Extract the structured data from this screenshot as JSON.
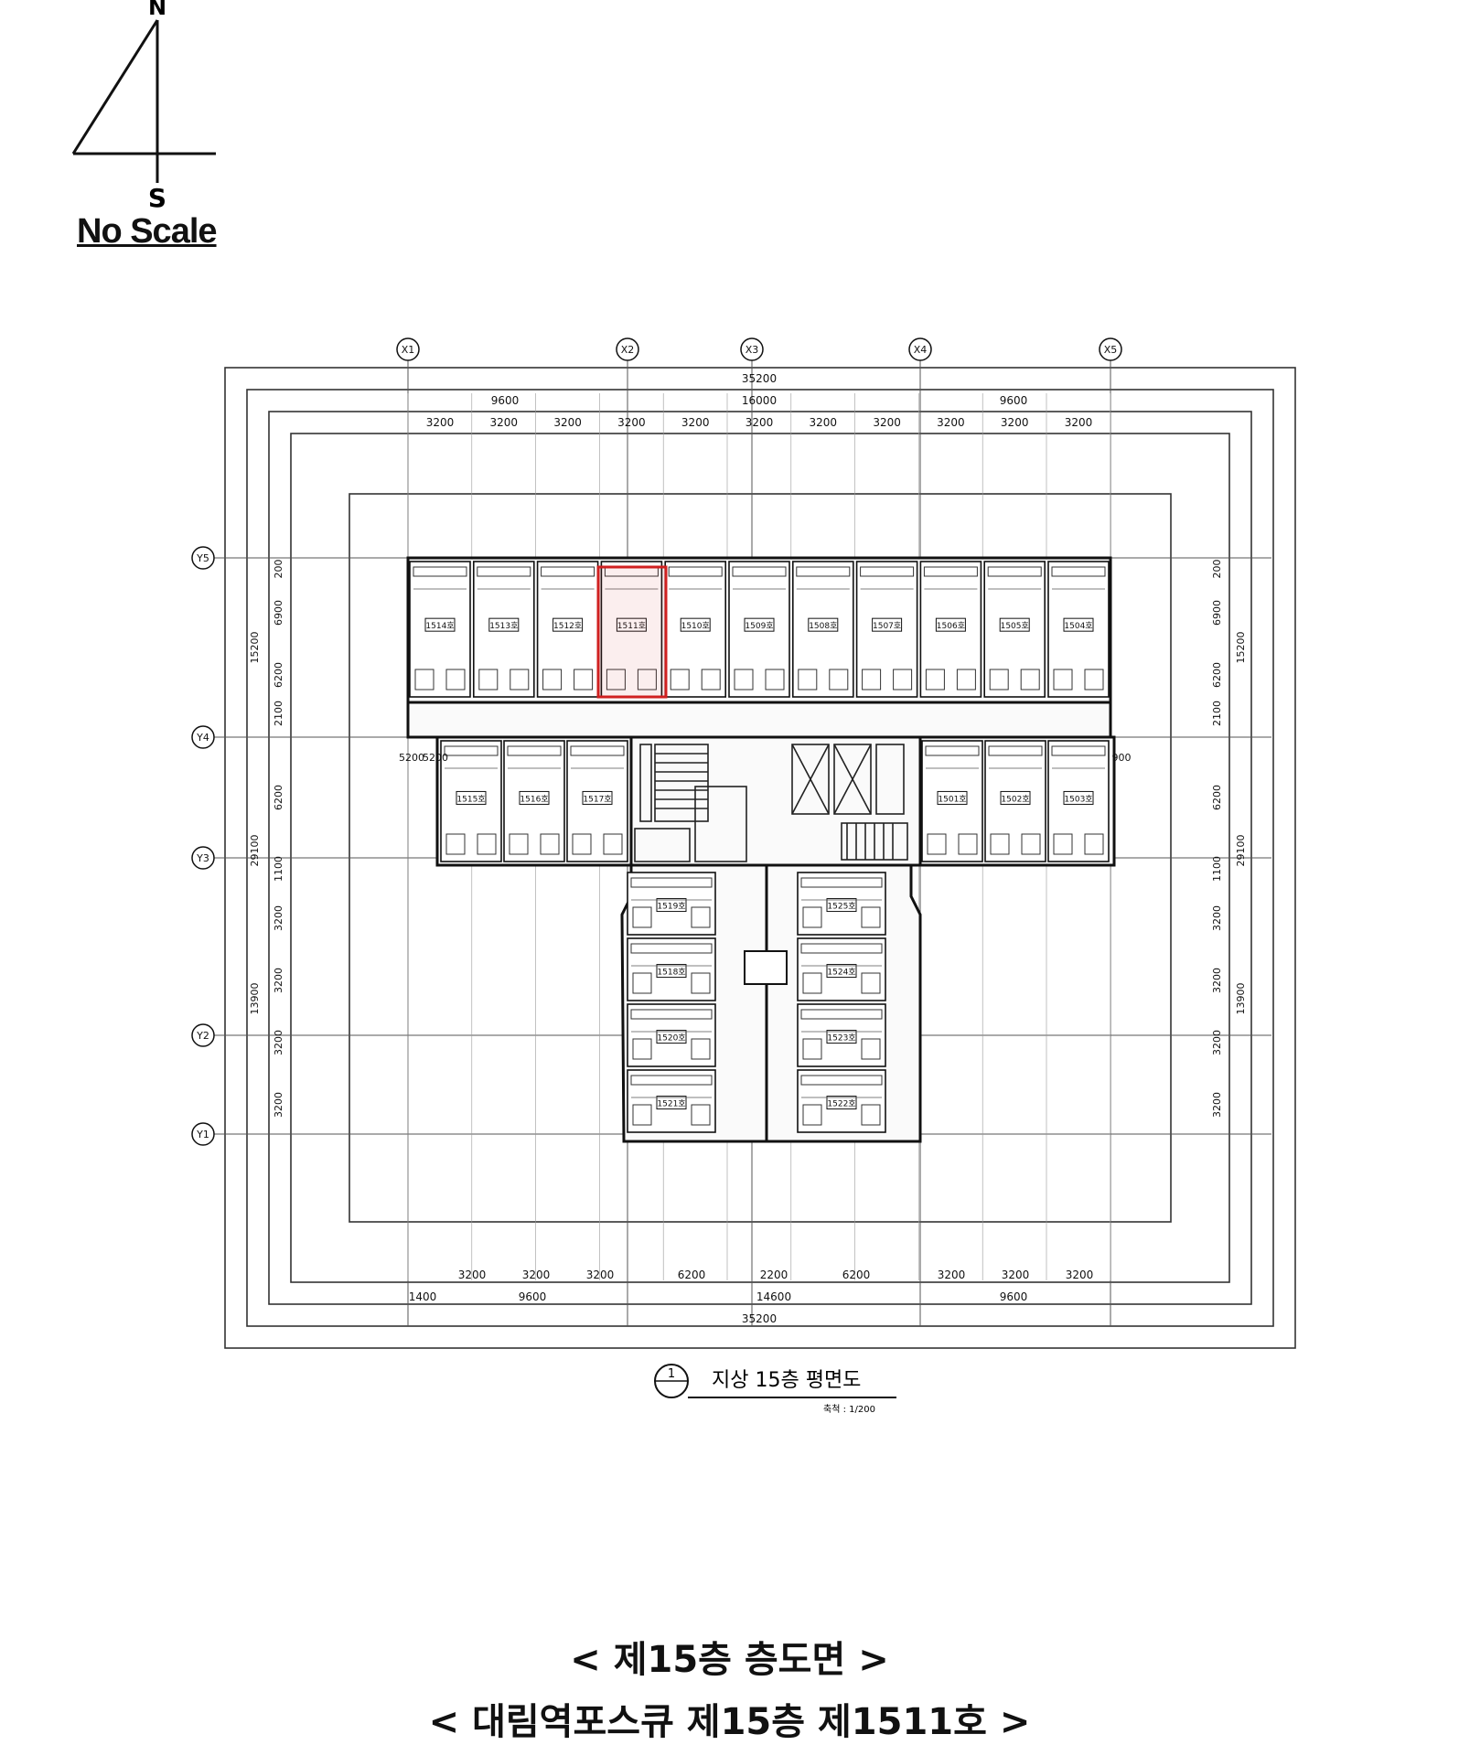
{
  "compass": {
    "north": "N",
    "south": "S",
    "scale_note": "No Scale"
  },
  "grid": {
    "x_axes": [
      "X1",
      "X2",
      "X3",
      "X4",
      "X5"
    ],
    "y_axes": [
      "Y5",
      "Y4",
      "Y3",
      "Y2",
      "Y1"
    ]
  },
  "dims": {
    "top_total": "35200",
    "top_groups": [
      "9600",
      "16000",
      "9600"
    ],
    "top_bays": [
      "3200",
      "3200",
      "3200",
      "3200",
      "3200",
      "3200",
      "3200",
      "3200",
      "3200",
      "3200",
      "3200"
    ],
    "bottom_bays": [
      "3200",
      "3200",
      "3200",
      "6200",
      "2200",
      "6200",
      "3200",
      "3200",
      "3200"
    ],
    "bottom_groups": [
      "1400",
      "9600",
      "14600",
      "9600"
    ],
    "bottom_total": "35200",
    "left_outer": [
      "15200",
      "29100",
      "13900"
    ],
    "left_inner": [
      "6900",
      "6200",
      "2100",
      "6200",
      "1100",
      "3200",
      "3200",
      "3200",
      "3200",
      "200"
    ],
    "right_outer": [
      "15200",
      "29100",
      "13900"
    ],
    "right_inner": [
      "6900",
      "6200",
      "2100",
      "6200",
      "1100",
      "3200",
      "3200",
      "3200",
      "3200",
      "200"
    ],
    "side_notes": [
      "5200",
      "5200",
      "900"
    ]
  },
  "units": {
    "north_row": [
      "1514호",
      "1513호",
      "1512호",
      "1511호",
      "1510호",
      "1509호",
      "1508호",
      "1507호",
      "1506호",
      "1505호",
      "1504호"
    ],
    "west_row": [
      "1515호",
      "1516호",
      "1517호"
    ],
    "east_row": [
      "1501호",
      "1502호",
      "1503호"
    ],
    "south_west_column": [
      "1519호",
      "1518호",
      "1520호",
      "1521호"
    ],
    "south_east_column": [
      "1525호",
      "1524호",
      "1523호",
      "1522호"
    ],
    "highlighted_unit": "1511호"
  },
  "title_block": {
    "number": "1",
    "title": "지상 15층 평면도",
    "scale": "축척 : 1/200"
  },
  "captions": {
    "line1": "< 제15층 층도면 >",
    "line2": "< 대림역포스큐 제15층 제1511호 >"
  },
  "colors": {
    "highlight": "#d02020",
    "line": "#222222"
  }
}
